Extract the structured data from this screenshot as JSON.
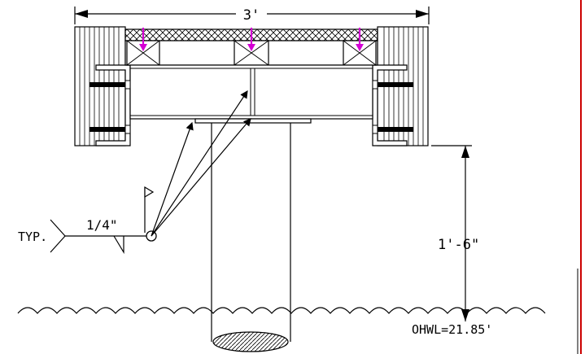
{
  "labels": {
    "overall_width": "3'",
    "weld_size": "1/4\"",
    "weld_note": "TYP.",
    "height_dim": "1'-6\"",
    "water_level": "OHWL=21.85'"
  },
  "colors": {
    "line": "#000000",
    "anchor_arrows": "#d400d4",
    "border_right": "#cc0000",
    "hatch": "#000000"
  }
}
